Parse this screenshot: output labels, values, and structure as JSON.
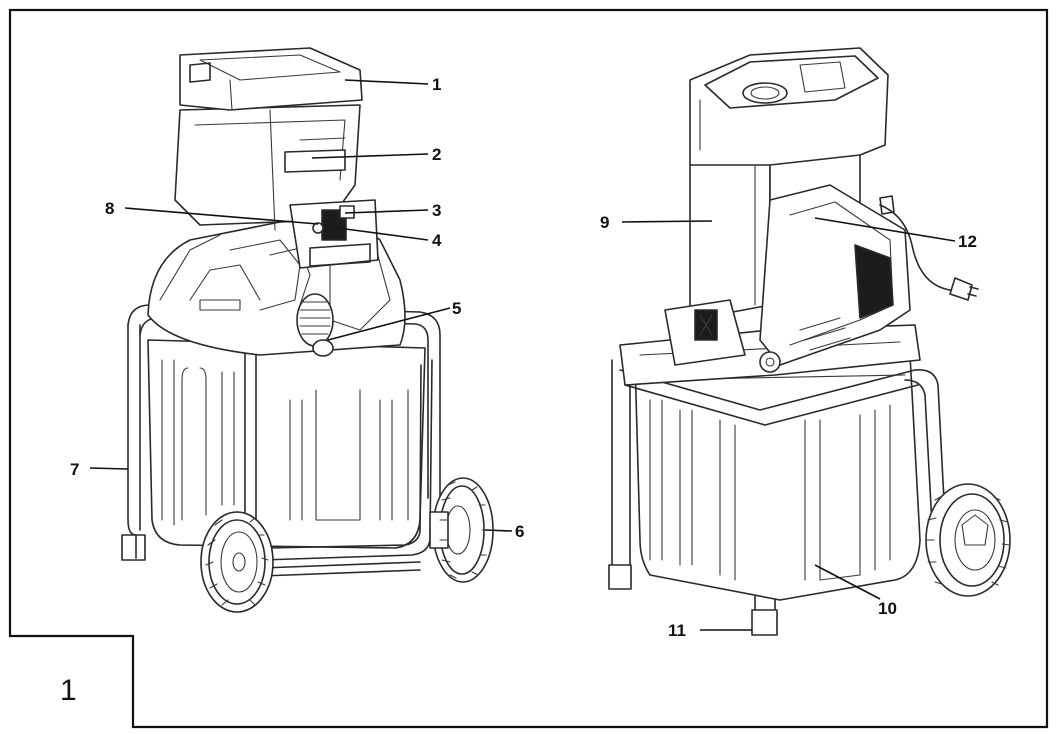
{
  "figure": {
    "number": "1"
  },
  "callouts": [
    {
      "id": "1",
      "label": "1"
    },
    {
      "id": "2",
      "label": "2"
    },
    {
      "id": "3",
      "label": "3"
    },
    {
      "id": "4",
      "label": "4"
    },
    {
      "id": "5",
      "label": "5"
    },
    {
      "id": "6",
      "label": "6"
    },
    {
      "id": "7",
      "label": "7"
    },
    {
      "id": "8",
      "label": "8"
    },
    {
      "id": "9",
      "label": "9"
    },
    {
      "id": "10",
      "label": "10"
    },
    {
      "id": "11",
      "label": "11"
    },
    {
      "id": "12",
      "label": "12"
    }
  ],
  "colors": {
    "line": "#2a2a2a",
    "frame": "#111111",
    "background": "#ffffff"
  }
}
